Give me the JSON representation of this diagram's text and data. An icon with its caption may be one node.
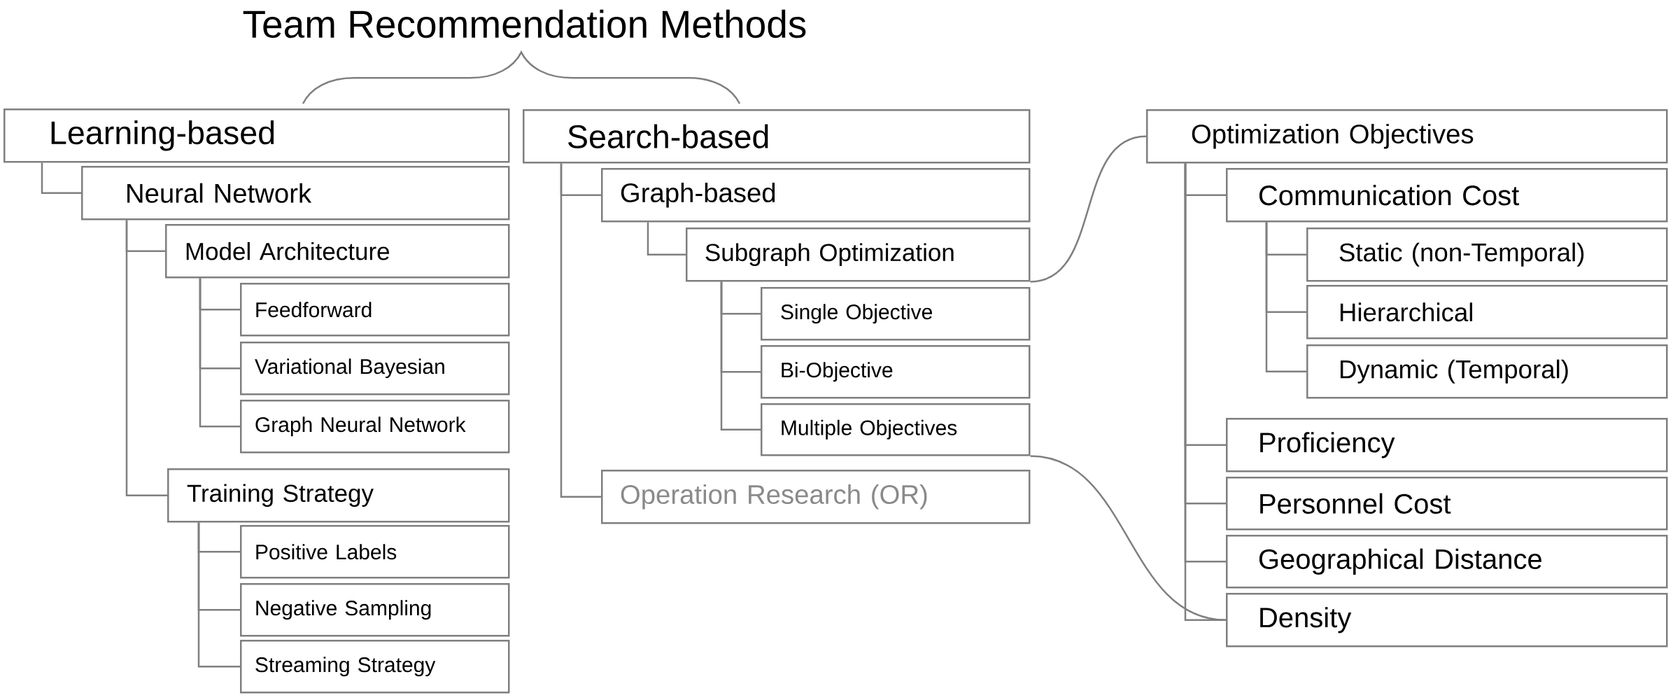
{
  "diagram": {
    "title": "Team Recommendation Methods",
    "nodes": [
      {
        "text": [
          "Learning-based"
        ]
      },
      {
        "text": [
          "Neural Network"
        ]
      },
      {
        "text": [
          "Model Architecture"
        ]
      },
      {
        "text": [
          "Feedforward"
        ]
      },
      {
        "text": [
          "Variational Bayesian"
        ]
      },
      {
        "text": [
          "Graph Neural Network"
        ]
      },
      {
        "text": [
          "Training Strategy"
        ]
      },
      {
        "text": [
          "Positive Labels"
        ]
      },
      {
        "text": [
          "Negative Sampling"
        ]
      },
      {
        "text": [
          "Streaming Strategy"
        ]
      },
      {
        "text": [
          "Search-based"
        ]
      },
      {
        "text": [
          "Graph-based"
        ]
      },
      {
        "text": [
          "Subgraph Optimization"
        ]
      },
      {
        "text": [
          "Single Objective"
        ]
      },
      {
        "text": [
          "Bi-Objective"
        ]
      },
      {
        "text": [
          "Multiple Objectives"
        ]
      },
      {
        "text": [
          "Operation Research (OR)"
        ]
      },
      {
        "text": [
          "Optimization Objectives"
        ]
      },
      {
        "text": [
          "Communication Cost"
        ]
      },
      {
        "text": [
          "Static (non-Temporal)"
        ]
      },
      {
        "text": [
          "Hierarchical"
        ]
      },
      {
        "text": [
          "Dynamic (Temporal)"
        ]
      },
      {
        "text": [
          "Proficiency"
        ]
      },
      {
        "text": [
          "Personnel Cost"
        ]
      },
      {
        "text": [
          "Geographical Distance"
        ]
      },
      {
        "text": [
          "Density"
        ]
      }
    ],
    "edges": [
      {
        "from": 0,
        "to": 1,
        "arrow": "none"
      },
      {
        "from": 1,
        "to": 2,
        "arrow": "none"
      },
      {
        "from": 2,
        "to": 3,
        "arrow": "none"
      },
      {
        "from": 2,
        "to": 4,
        "arrow": "none"
      },
      {
        "from": 2,
        "to": 5,
        "arrow": "none"
      },
      {
        "from": 1,
        "to": 6,
        "arrow": "none"
      },
      {
        "from": 6,
        "to": 7,
        "arrow": "none"
      },
      {
        "from": 6,
        "to": 8,
        "arrow": "none"
      },
      {
        "from": 6,
        "to": 9,
        "arrow": "none"
      },
      {
        "from": 10,
        "to": 11,
        "arrow": "none"
      },
      {
        "from": 11,
        "to": 12,
        "arrow": "none"
      },
      {
        "from": 12,
        "to": 13,
        "arrow": "none"
      },
      {
        "from": 12,
        "to": 14,
        "arrow": "none"
      },
      {
        "from": 12,
        "to": 15,
        "arrow": "none"
      },
      {
        "from": 10,
        "to": 16,
        "arrow": "none"
      },
      {
        "from": 17,
        "to": 18,
        "arrow": "none"
      },
      {
        "from": 18,
        "to": 19,
        "arrow": "none"
      },
      {
        "from": 18,
        "to": 20,
        "arrow": "none"
      },
      {
        "from": 18,
        "to": 21,
        "arrow": "none"
      },
      {
        "from": 17,
        "to": 22,
        "arrow": "none"
      },
      {
        "from": 17,
        "to": 23,
        "arrow": "none"
      },
      {
        "from": 17,
        "to": 24,
        "arrow": "none"
      },
      {
        "from": 17,
        "to": 25,
        "arrow": "none"
      },
      {
        "from": 12,
        "to": 17,
        "arrow": "none"
      },
      {
        "from": 15,
        "to": 25,
        "arrow": "none"
      }
    ]
  }
}
